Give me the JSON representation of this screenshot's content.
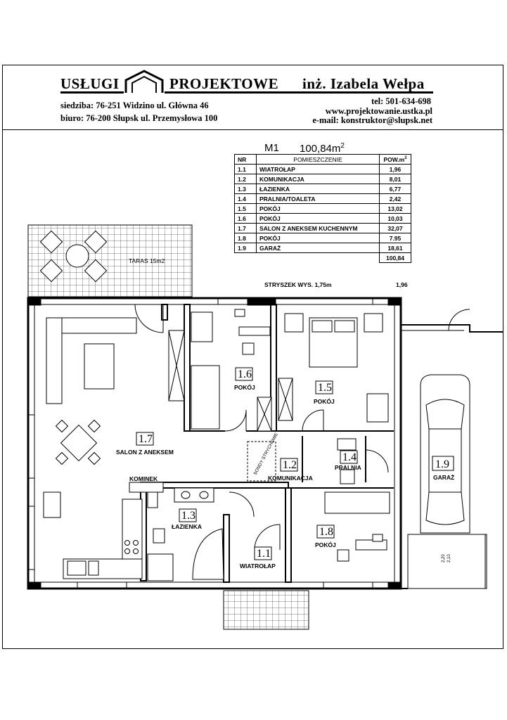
{
  "header": {
    "title_left": "USŁUGI",
    "title_right": "PROJEKTOWE",
    "author": "inż. Izabela Wełpa",
    "seat": "siedziba:  76-251  Widzino  ul. Główna 46",
    "office": "biuro:  76-200  Słupsk  ul. Przemysłowa 100",
    "phone": "tel: 501-634-698",
    "website": "www.projektowanie.ustka.pl",
    "email": "e-mail: konstruktor@slupsk.net"
  },
  "table": {
    "model": "M1",
    "area_value": "100,84m",
    "area_sup": "2",
    "col_nr": "NR",
    "col_room": "POMIESZCZENIE",
    "col_area": "POW.m",
    "col_area_sup": "2",
    "rows": [
      {
        "nr": "1.1",
        "name": "WIATROŁAP",
        "area": "1,96"
      },
      {
        "nr": "1.2",
        "name": "KOMUNIKACJA",
        "area": "8,01"
      },
      {
        "nr": "1.3",
        "name": "ŁAZIENKA",
        "area": "6,77"
      },
      {
        "nr": "1.4",
        "name": "PRALNIA/TOALETA",
        "area": "2,42"
      },
      {
        "nr": "1.5",
        "name": "POKÓJ",
        "area": "13,02"
      },
      {
        "nr": "1.6",
        "name": "POKÓJ",
        "area": "10,03"
      },
      {
        "nr": "1.7",
        "name": "SALON Z ANEKSEM KUCHENNYM",
        "area": "32,07"
      },
      {
        "nr": "1.8",
        "name": "POKÓJ",
        "area": "7.95"
      },
      {
        "nr": "1.9",
        "name": "GARAŻ",
        "area": "18,61"
      }
    ],
    "total": "100,84",
    "attic_label": "STRYSZEK WYS. 1,75m",
    "attic_area": "1,96"
  },
  "plan": {
    "terrace": "TARAS 15m2",
    "fireplace": "KOMINEK",
    "chimney": "SONDY STRYCHOWE",
    "garage_dim_a": "2,20",
    "garage_dim_b": "2,10",
    "rooms": [
      {
        "num": "1.1",
        "name": "WIATROŁAP"
      },
      {
        "num": "1.2",
        "name": "KOMUNIKACJA"
      },
      {
        "num": "1.3",
        "name": "ŁAZIENKA"
      },
      {
        "num": "1.4",
        "name": "PRALNIA"
      },
      {
        "num": "1.5",
        "name": "POKÓJ"
      },
      {
        "num": "1.6",
        "name": "POKÓJ"
      },
      {
        "num": "1.7",
        "name": "SALON Z ANEKSEM"
      },
      {
        "num": "1.8",
        "name": "POKÓJ"
      },
      {
        "num": "1.9",
        "name": "GARAŻ"
      }
    ]
  }
}
